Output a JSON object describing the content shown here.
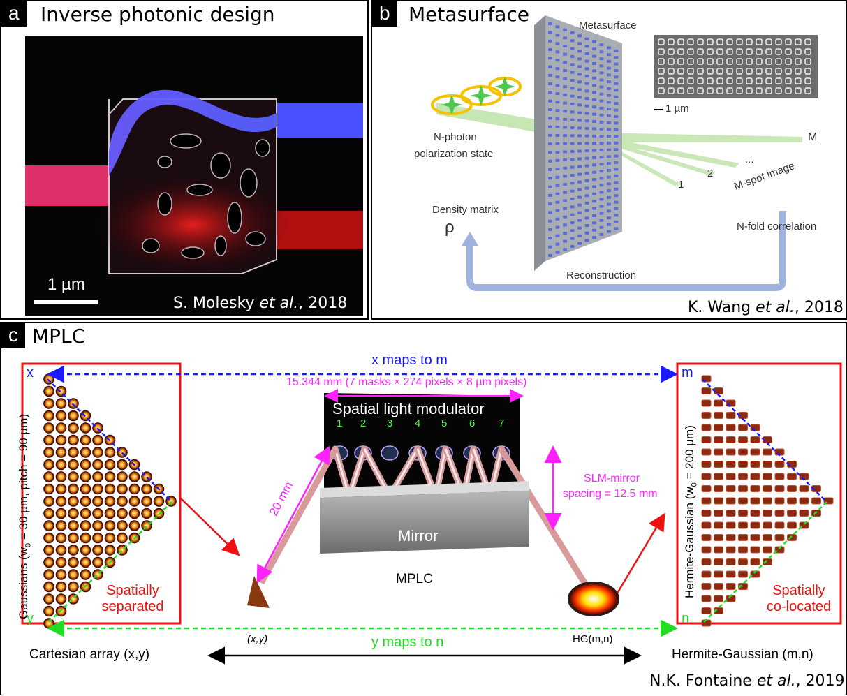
{
  "panel_a": {
    "letter": "a",
    "title": "Inverse photonic design",
    "scale_bar": "1 µm",
    "citation_author": "S.  Molesky ",
    "citation_etal": "et al.",
    "citation_year": ", 2018"
  },
  "panel_b": {
    "letter": "b",
    "title": "Metasurface",
    "metasurface_label": "Metasurface",
    "scale_bar": "1 µm",
    "photon_label_1": "N-photon",
    "photon_label_2": "polarization state",
    "spot_labels": [
      "1",
      "2",
      "...",
      "M"
    ],
    "mspot_label": "M-spot image",
    "density_label": "Density matrix",
    "rho": "ρ",
    "correlation_label": "N-fold correlation",
    "reconstruction_label": "Reconstruction",
    "citation_author": "K. Wang ",
    "citation_etal": "et al.",
    "citation_year": ", 2018"
  },
  "panel_c": {
    "letter": "c",
    "title": "MPLC",
    "x_maps": "x maps to m",
    "y_maps": "y maps to n",
    "slm_dims": "15.344 mm (7 masks × 274 pixels × 8 µm pixels)",
    "slm_label": "Spatial light modulator",
    "mask_numbers": [
      "1",
      "2",
      "3",
      "4",
      "5",
      "6",
      "7"
    ],
    "mirror_label": "Mirror",
    "mplc_label": "MPLC",
    "distance_20": "20 mm",
    "spacing_1": "SLM-mirror",
    "spacing_2": "spacing = 12.5 mm",
    "gauss_axis": "Gaussians (w",
    "gauss_axis_sub": "0",
    "gauss_axis_rest": " = 30 µm, pitch = 90 µm)",
    "hg_axis": "Hermite-Gaussian (w",
    "hg_axis_sub": "0",
    "hg_axis_rest": " = 200 µm)",
    "left_corner_x": "x",
    "left_corner_y": "y",
    "right_corner_m": "m",
    "right_corner_n": "n",
    "spatially_1": "Spatially",
    "separated": "separated",
    "spatially_2": "Spatially",
    "colocated": "co-located",
    "input_label": "(x,y)",
    "output_label": "HG(m,n)",
    "cartesian_label": "Cartesian array (x,y)",
    "hg_label": "Hermite-Gaussian (m,n)",
    "citation_author": "N.K. Fontaine ",
    "citation_etal": "et al.",
    "citation_year": ", 2019"
  },
  "colors": {
    "blue_dash": "#1a1aff",
    "green_dash": "#22dd22",
    "magenta": "#ff22ff",
    "red": "#ee1111",
    "mask_green": "#44ff44"
  }
}
